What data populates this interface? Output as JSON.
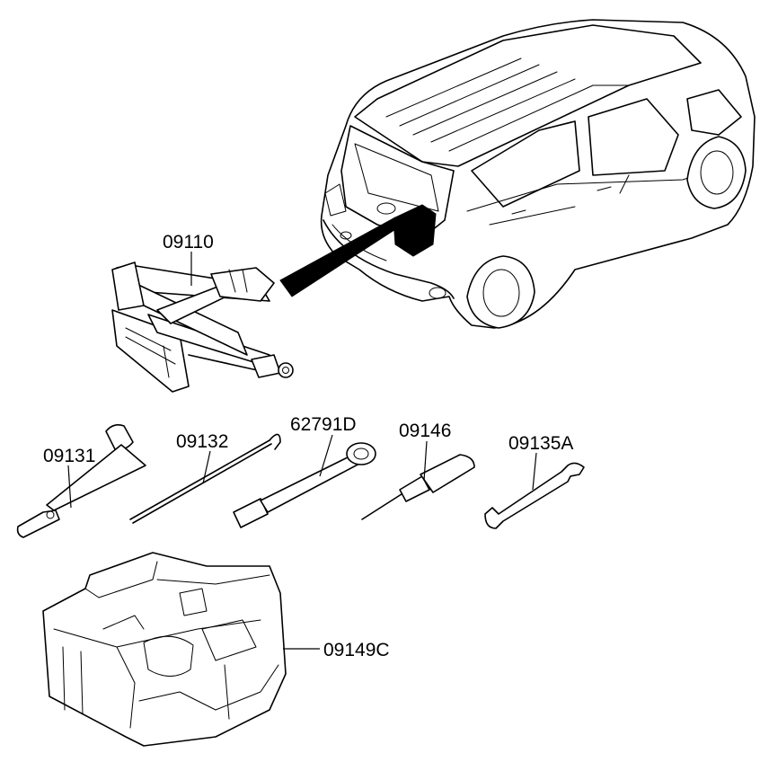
{
  "labels": {
    "jack": "09110",
    "lug_wrench": "09131",
    "jack_handle": "09132",
    "extension": "62791D",
    "screwdriver": "09146",
    "spanner": "09135A",
    "tool_tray": "09149C"
  },
  "colors": {
    "line": "#000000",
    "background": "#ffffff"
  }
}
